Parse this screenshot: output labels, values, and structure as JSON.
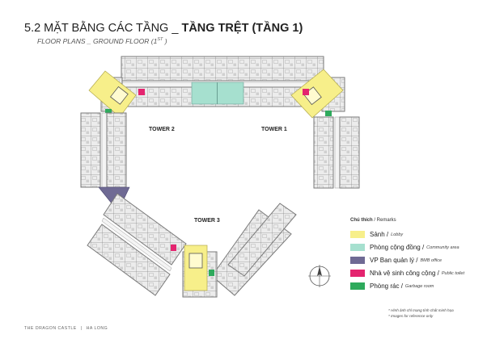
{
  "heading": {
    "prefix": "5.2 MẶT BẰNG CÁC TẦNG _ ",
    "bold": "TẦNG TRỆT (TẦNG 1)",
    "subtitle_main": "FLOOR PLANS _ GROUND FLOOR (1",
    "subtitle_sup": "ST",
    "subtitle_end": ")"
  },
  "towers": {
    "tower2": "TOWER 2",
    "tower1": "TOWER 1",
    "tower3": "TOWER 3"
  },
  "legend": {
    "title_vi": "Chú thích",
    "title_en": " / Remarks",
    "items": [
      {
        "vi": "Sảnh /",
        "en": "Lobby",
        "color": "#f7ef8a"
      },
      {
        "vi": "Phòng cộng đồng /",
        "en": "Community area",
        "color": "#a6e0cf"
      },
      {
        "vi": "VP Ban quản lý /",
        "en": "BMB office",
        "color": "#6f6a94"
      },
      {
        "vi": "Nhà vệ sinh công cộng /",
        "en": "Public toilet",
        "color": "#e4246f"
      },
      {
        "vi": "Phòng rác /",
        "en": "Garbage room",
        "color": "#2eaa5c"
      }
    ]
  },
  "notes": {
    "line1": "* Hình ảnh chỉ mang tính chất minh họa",
    "line2": "* Images for reference only"
  },
  "footer": {
    "project": "THE DRAGON CASTLE",
    "location": "HA LONG"
  },
  "colors": {
    "wall": "#8c8c8c",
    "unit_fill": "#ebebeb",
    "lobby": "#f7ef8a",
    "community": "#a6e0cf",
    "office": "#6f6a94",
    "toilet": "#e4246f",
    "garbage": "#2eaa5c"
  }
}
